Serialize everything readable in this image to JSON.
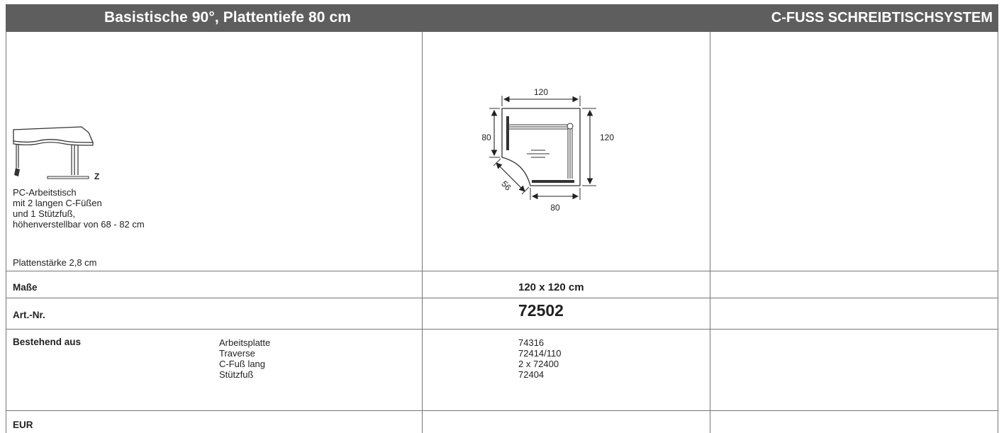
{
  "header": {
    "title": "Basistische 90°, Plattentiefe 80 cm",
    "system": "C-FUSS SCHREIBTISCHSYSTEM"
  },
  "product": {
    "model_letter": "Z",
    "description_lines": [
      "PC-Arbeitstisch",
      "mit 2 langen C-Füßen",
      "und 1 Stützfuß,",
      "höhenverstellbar von 68 - 82 cm"
    ],
    "thickness": "Plattenstärke 2,8 cm"
  },
  "diagram": {
    "top_width": "120",
    "left_depth": "80",
    "right_height": "120",
    "bottom_width": "80",
    "diagonal": "56"
  },
  "rows": {
    "masse_label": "Maße",
    "masse_value": "120 x 120 cm",
    "art_label": "Art.-Nr.",
    "art_value": "72502",
    "bestehend_label": "Bestehend aus",
    "components": [
      "Arbeitsplatte",
      "Traverse",
      "C-Fuß lang",
      "Stützfuß"
    ],
    "component_numbers": [
      "74316",
      "72414/110",
      "2 x 72400",
      "72404"
    ],
    "eur_label": "EUR"
  }
}
